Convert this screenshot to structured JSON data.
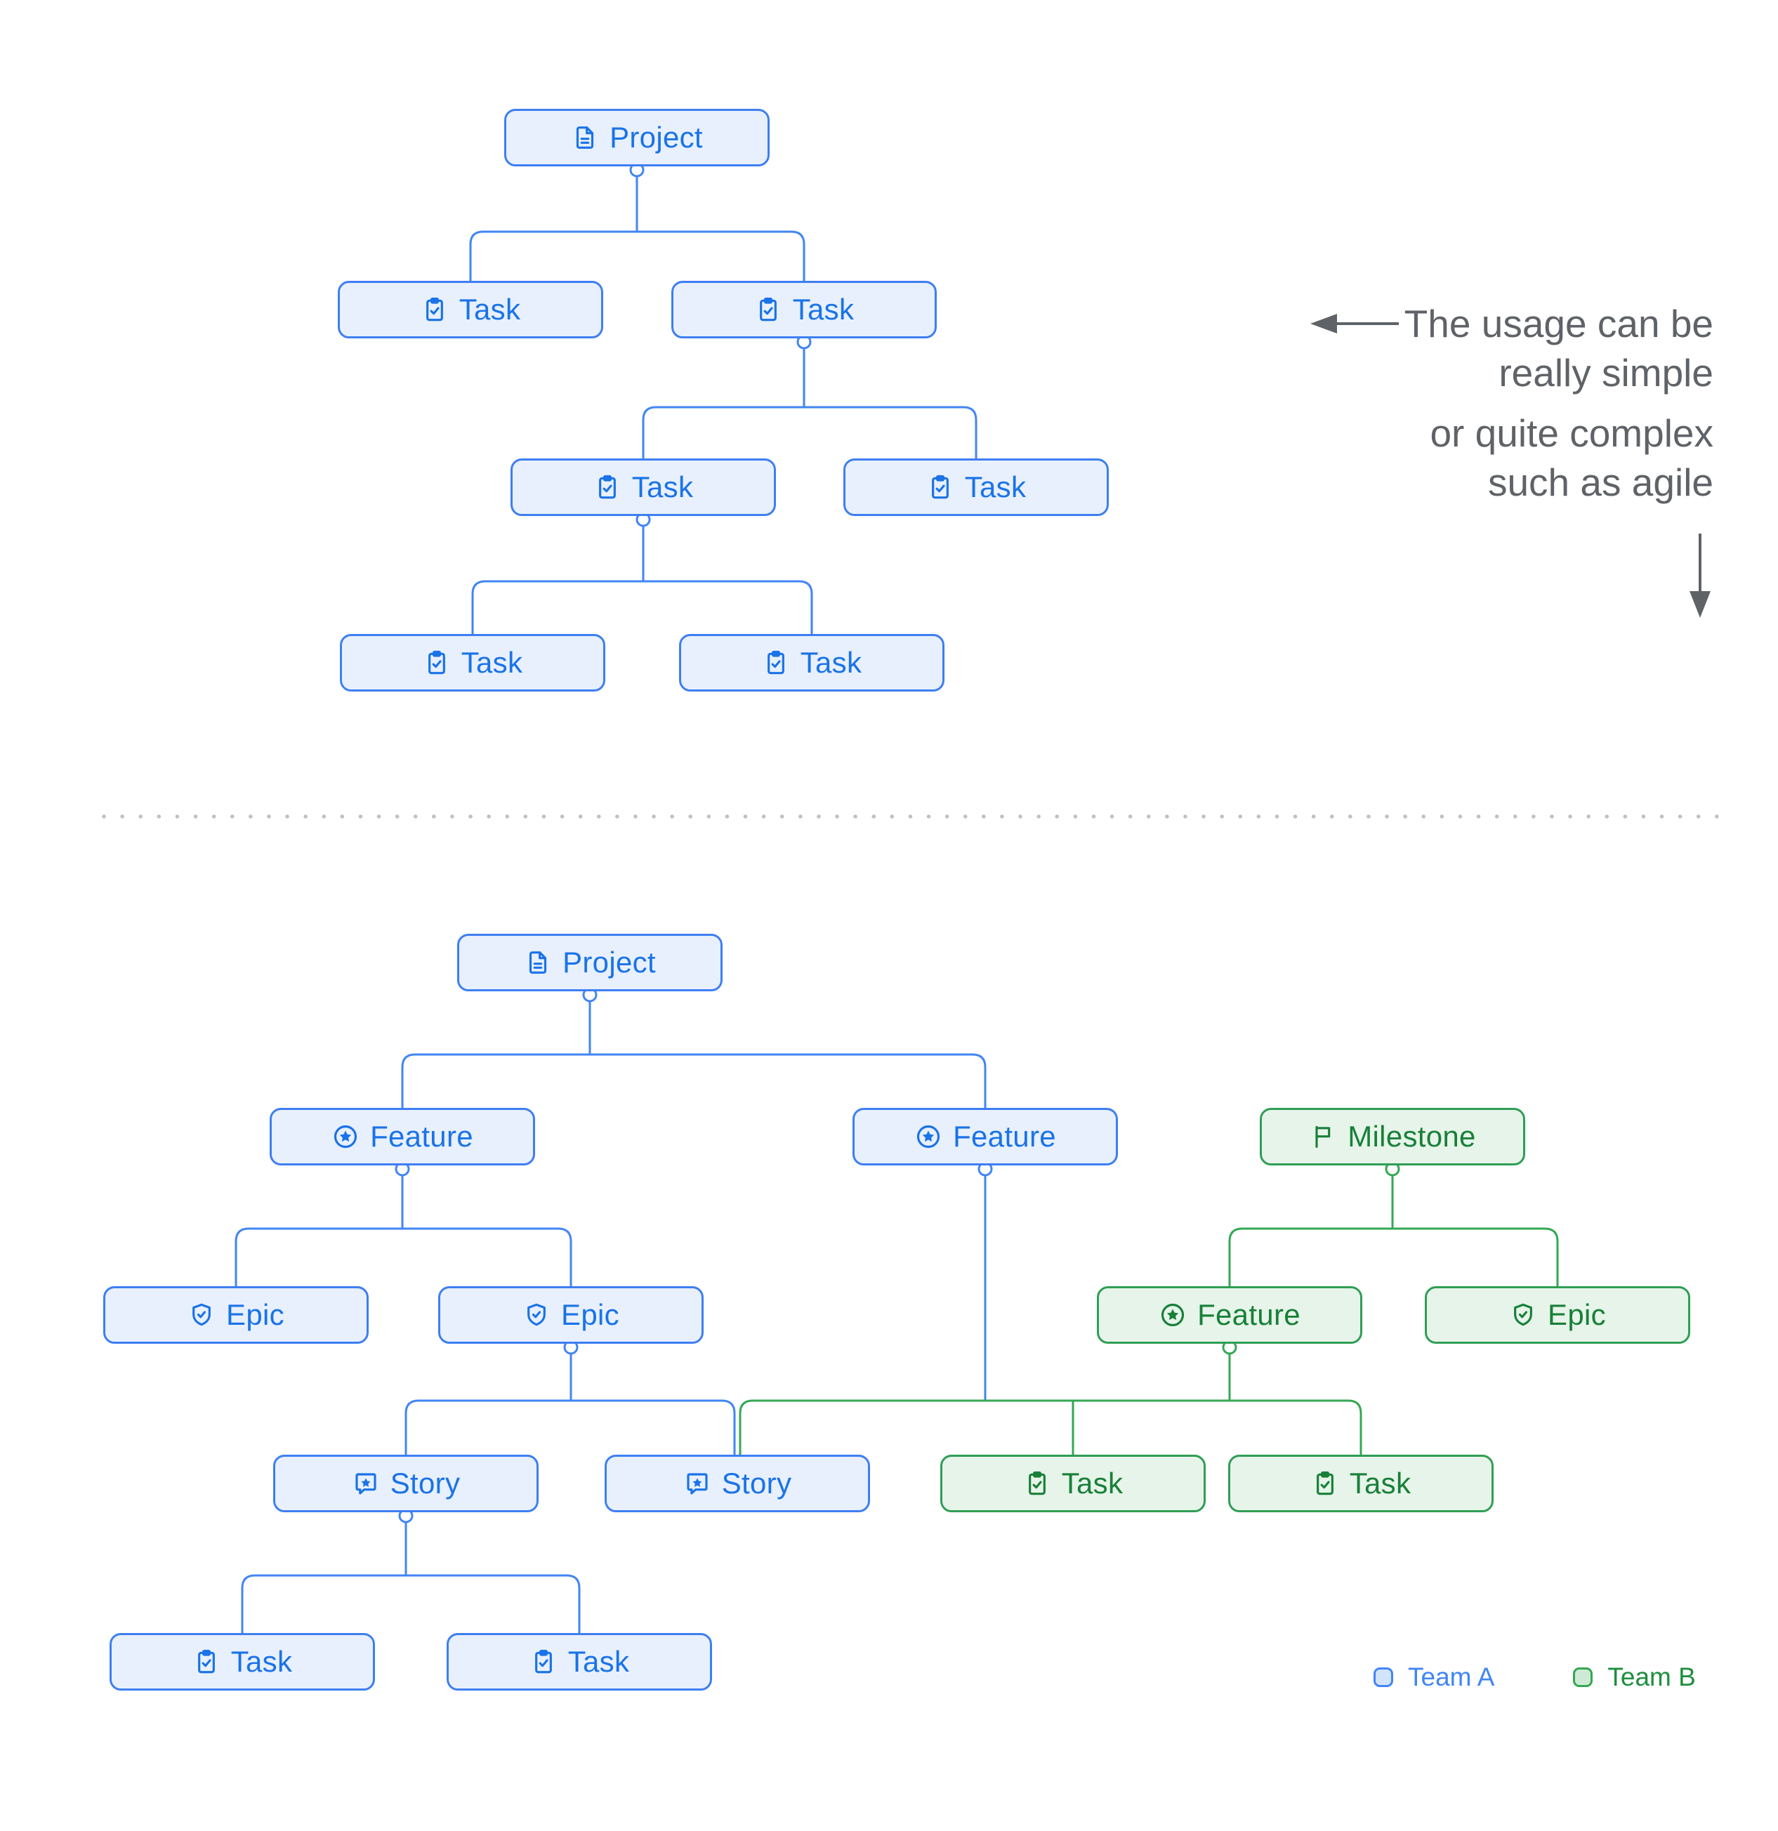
{
  "annotation": {
    "lines": [
      "The usage can be",
      "really simple",
      "or quite complex",
      "such as agile"
    ]
  },
  "legend": [
    {
      "label": "Team A",
      "team": "a"
    },
    {
      "label": "Team B",
      "team": "b"
    }
  ],
  "colors": {
    "team_a_text": "#1a73e8",
    "team_a_border": "#3e7ef2",
    "team_a_line": "#4285f4",
    "team_a_fill": "#e8f0fe",
    "team_b_text": "#188038",
    "team_b_border": "#2f9e54",
    "team_b_line": "#34a853",
    "team_b_fill": "#e7f4ea",
    "annotation_text": "#5f6368",
    "divider": "#bdc1c6"
  },
  "diagrams": {
    "simple": {
      "nodes": [
        {
          "id": "s-project",
          "label": "Project",
          "icon": "document-icon",
          "team": "a"
        },
        {
          "id": "s-task1",
          "label": "Task",
          "icon": "task-icon",
          "team": "a"
        },
        {
          "id": "s-task2",
          "label": "Task",
          "icon": "task-icon",
          "team": "a"
        },
        {
          "id": "s-task3",
          "label": "Task",
          "icon": "task-icon",
          "team": "a"
        },
        {
          "id": "s-task4",
          "label": "Task",
          "icon": "task-icon",
          "team": "a"
        },
        {
          "id": "s-task5",
          "label": "Task",
          "icon": "task-icon",
          "team": "a"
        },
        {
          "id": "s-task6",
          "label": "Task",
          "icon": "task-icon",
          "team": "a"
        }
      ],
      "edges": [
        [
          "s-project",
          "s-task1"
        ],
        [
          "s-project",
          "s-task2"
        ],
        [
          "s-task2",
          "s-task3"
        ],
        [
          "s-task2",
          "s-task4"
        ],
        [
          "s-task3",
          "s-task5"
        ],
        [
          "s-task3",
          "s-task6"
        ]
      ]
    },
    "complex": {
      "nodes": [
        {
          "id": "c-project",
          "label": "Project",
          "icon": "document-icon",
          "team": "a"
        },
        {
          "id": "c-feature1",
          "label": "Feature",
          "icon": "feature-icon",
          "team": "a"
        },
        {
          "id": "c-feature2",
          "label": "Feature",
          "icon": "feature-icon",
          "team": "a"
        },
        {
          "id": "c-milestone",
          "label": "Milestone",
          "icon": "flag-icon",
          "team": "b"
        },
        {
          "id": "c-epic1",
          "label": "Epic",
          "icon": "epic-icon",
          "team": "a"
        },
        {
          "id": "c-epic2",
          "label": "Epic",
          "icon": "epic-icon",
          "team": "a"
        },
        {
          "id": "c-featureB",
          "label": "Feature",
          "icon": "feature-icon",
          "team": "b"
        },
        {
          "id": "c-epicB",
          "label": "Epic",
          "icon": "epic-icon",
          "team": "b"
        },
        {
          "id": "c-story1",
          "label": "Story",
          "icon": "story-icon",
          "team": "a"
        },
        {
          "id": "c-story2",
          "label": "Story",
          "icon": "story-icon",
          "team": "a"
        },
        {
          "id": "c-taskB1",
          "label": "Task",
          "icon": "task-icon",
          "team": "b"
        },
        {
          "id": "c-taskB2",
          "label": "Task",
          "icon": "task-icon",
          "team": "b"
        },
        {
          "id": "c-task7",
          "label": "Task",
          "icon": "task-icon",
          "team": "a"
        },
        {
          "id": "c-task8",
          "label": "Task",
          "icon": "task-icon",
          "team": "a"
        }
      ],
      "edges": [
        [
          "c-project",
          "c-feature1"
        ],
        [
          "c-project",
          "c-feature2"
        ],
        [
          "c-feature1",
          "c-epic1"
        ],
        [
          "c-feature1",
          "c-epic2"
        ],
        [
          "c-milestone",
          "c-featureB"
        ],
        [
          "c-milestone",
          "c-epicB"
        ],
        [
          "c-epic2",
          "c-story1"
        ],
        [
          "c-epic2",
          "c-story2"
        ],
        [
          "c-feature2",
          "shared-bus"
        ],
        [
          "c-featureB",
          "shared-bus"
        ],
        [
          "shared-bus",
          "c-story2"
        ],
        [
          "shared-bus",
          "c-taskB1"
        ],
        [
          "shared-bus",
          "c-taskB2"
        ],
        [
          "c-story1",
          "c-task7"
        ],
        [
          "c-story1",
          "c-task8"
        ]
      ]
    }
  }
}
